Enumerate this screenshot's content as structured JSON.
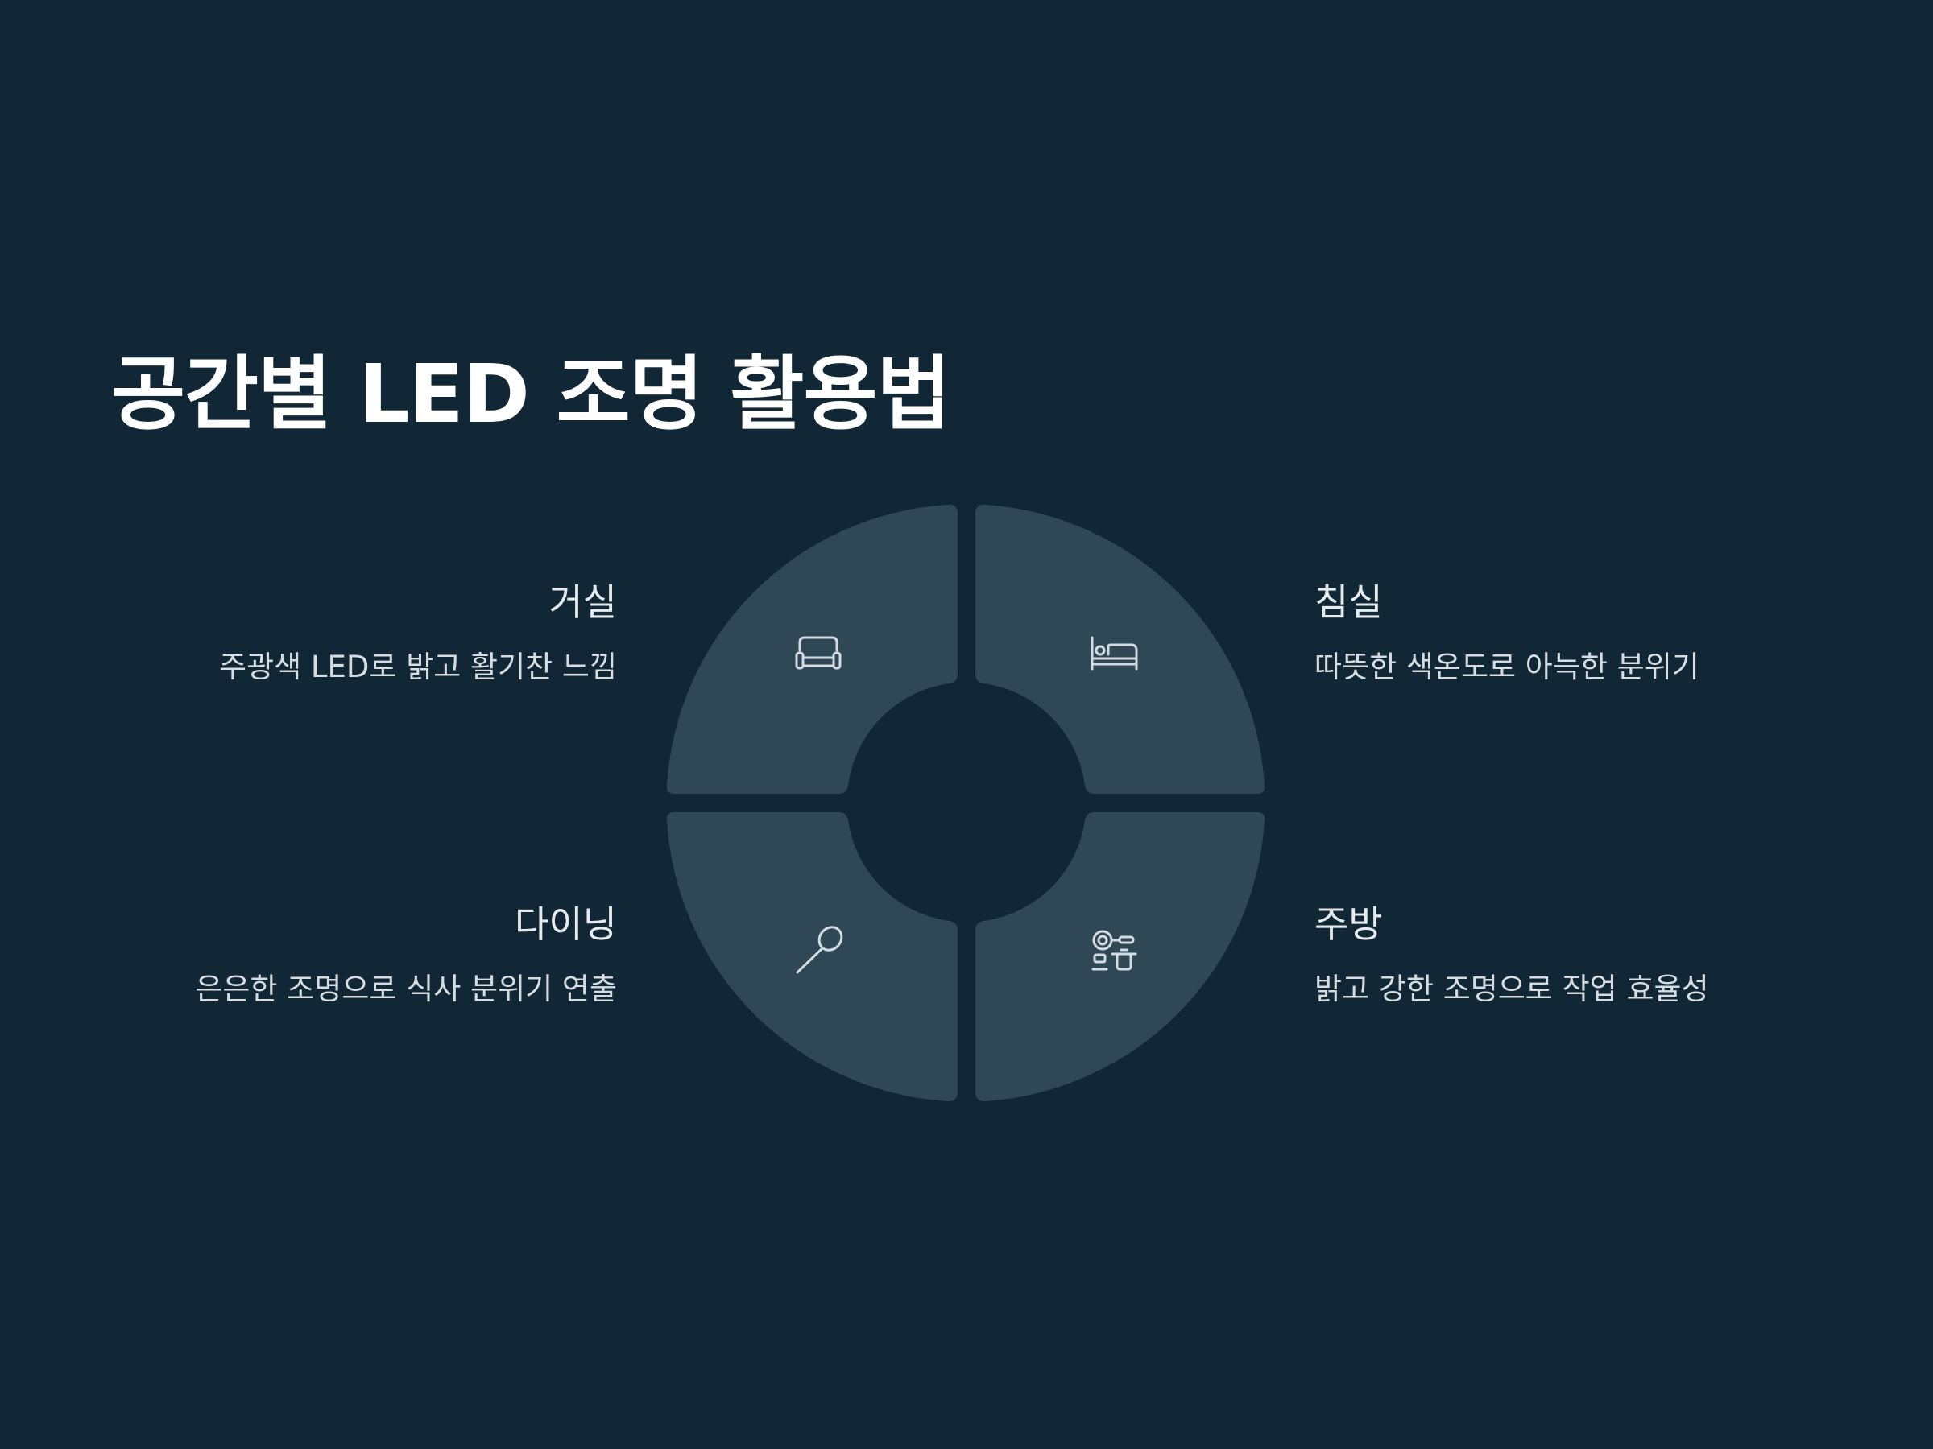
{
  "title": "공간별 LED 조명 활용법",
  "colors": {
    "background": "#122736",
    "segment": "#304856",
    "icon": "#d4dce3"
  },
  "rooms": [
    {
      "id": "living",
      "name": "거실",
      "description": "주광색 LED로 밝고 활기찬 느낌",
      "icon": "sofa-icon"
    },
    {
      "id": "bedroom",
      "name": "침실",
      "description": "따뜻한 색온도로 아늑한 분위기",
      "icon": "bed-icon"
    },
    {
      "id": "dining",
      "name": "다이닝",
      "description": "은은한 조명으로 식사 분위기 연출",
      "icon": "spoon-icon"
    },
    {
      "id": "kitchen",
      "name": "주방",
      "description": "밝고 강한 조명으로 작업 효율성",
      "icon": "cooktop-icon"
    }
  ]
}
